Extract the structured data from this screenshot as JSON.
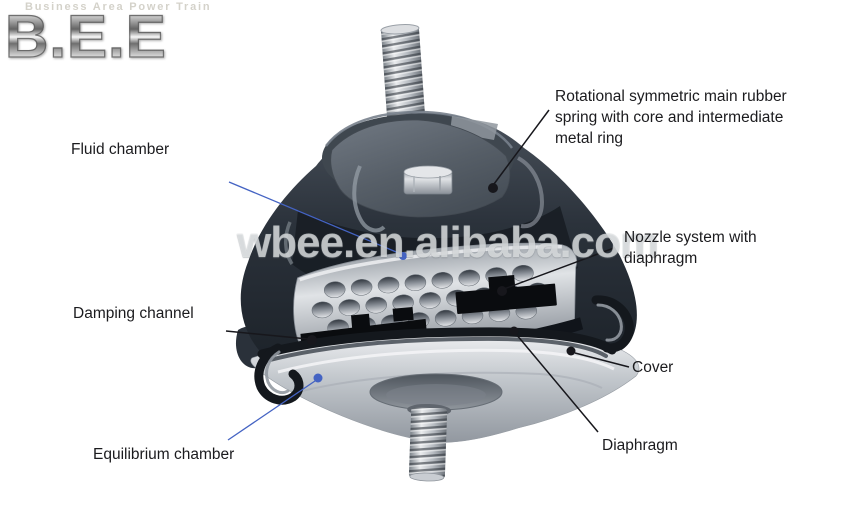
{
  "logo": {
    "tagline": "Business Area Power Train",
    "brand": "B.E.E"
  },
  "watermark": "wbee.en.alibaba.com",
  "diagram": {
    "subject": "engine-mount-cutaway",
    "labels": {
      "fluid_chamber": "Fluid chamber",
      "rotational_spring": "Rotational symmetric main rubber\nspring with core and intermediate\nmetal ring",
      "nozzle_system": "Nozzle system with\ndiaphragm",
      "damping_channel": "Damping channel",
      "cover": "Cover",
      "diaphragm": "Diaphragm",
      "equilibrium_chamber": "Equilibrium chamber"
    },
    "colors": {
      "leader_blue": "#4463c3",
      "leader_black": "#17171c",
      "rubber_dark": "#272e36",
      "metal_light": "#c9cdd3"
    }
  }
}
